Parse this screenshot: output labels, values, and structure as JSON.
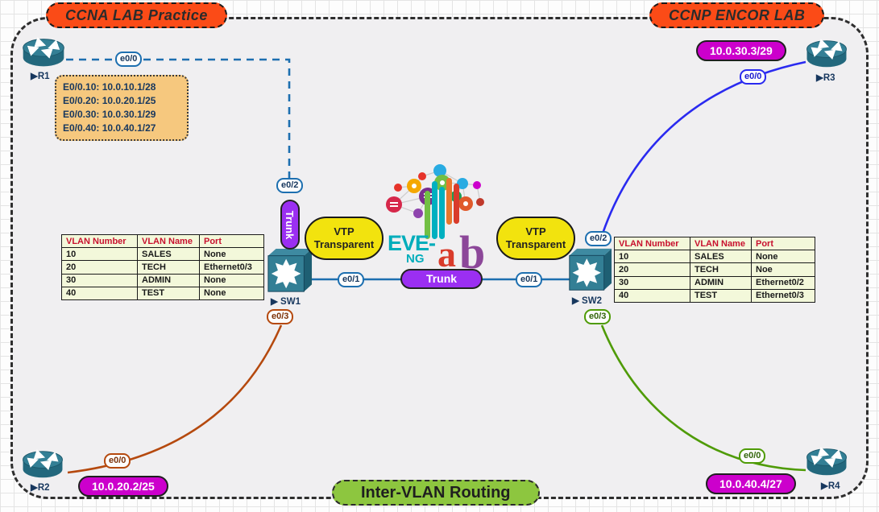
{
  "titles": {
    "top_left": "CCNA LAB Practice",
    "top_right": "CCNP ENCOR LAB",
    "bottom": "Inter-VLAN Routing"
  },
  "devices": {
    "r1": "▶R1",
    "r2": "▶R2",
    "r3": "▶R3",
    "r4": "▶R4",
    "sw1": "▶ SW1",
    "sw2": "▶ SW2"
  },
  "interfaces": {
    "r1_e00": "e0/0",
    "sw1_e02": "e0/2",
    "sw1_e01": "e0/1",
    "sw1_e03": "e0/3",
    "sw2_e01": "e0/1",
    "sw2_e02": "e0/2",
    "sw2_e03": "e0/3",
    "r2_e00": "e0/0",
    "r3_e00": "e0/0",
    "r4_e00": "e0/0"
  },
  "ip_badges": {
    "r3": "10.0.30.3/29",
    "r2": "10.0.20.2/25",
    "r4": "10.0.40.4/27"
  },
  "labels": {
    "trunk_vertical": "Trunk",
    "trunk_center": "Trunk",
    "vtp_line1": "VTP",
    "vtp_line2": "Transparent"
  },
  "r1_subinterfaces": [
    "E0/0.10: 10.0.10.1/28",
    "E0/0.20: 10.0.20.1/25",
    "E0/0.30: 10.0.30.1/29",
    "E0/0.40: 10.0.40.1/27"
  ],
  "tables": {
    "left": {
      "headers": [
        "VLAN Number",
        "VLAN Name",
        "Port"
      ],
      "rows": [
        [
          "10",
          "SALES",
          "None"
        ],
        [
          "20",
          "TECH",
          "Ethernet0/3"
        ],
        [
          "30",
          "ADMIN",
          "None"
        ],
        [
          "40",
          "TEST",
          "None"
        ]
      ]
    },
    "right": {
      "headers": [
        "VLAN Number",
        "VLAN Name",
        "Port"
      ],
      "rows": [
        [
          "10",
          "SALES",
          "None"
        ],
        [
          "20",
          "TECH",
          "Noe"
        ],
        [
          "30",
          "ADMIN",
          "Ethernet0/2"
        ],
        [
          "40",
          "TEST",
          "Ethernet0/3"
        ]
      ]
    }
  },
  "logo": {
    "line1": "EVE-",
    "line2": "NG",
    "a": "a",
    "b": "b"
  },
  "colors": {
    "title_orange": "#fb4b17",
    "ip_magenta": "#cc00cc",
    "trunk_purple": "#9b2ff2",
    "vtp_yellow": "#f2e30e",
    "bottom_green": "#8dc63f",
    "link_blue": "#1d6fb0",
    "curve_blue": "#2a2af0",
    "curve_orange": "#b5490e",
    "curve_green": "#4f9b07",
    "device_teal": "#337f95",
    "table_bg": "#f3f8da",
    "table_header_red": "#c8102e",
    "text_navy": "#17375e",
    "infobox_tan": "#f6c87e"
  }
}
